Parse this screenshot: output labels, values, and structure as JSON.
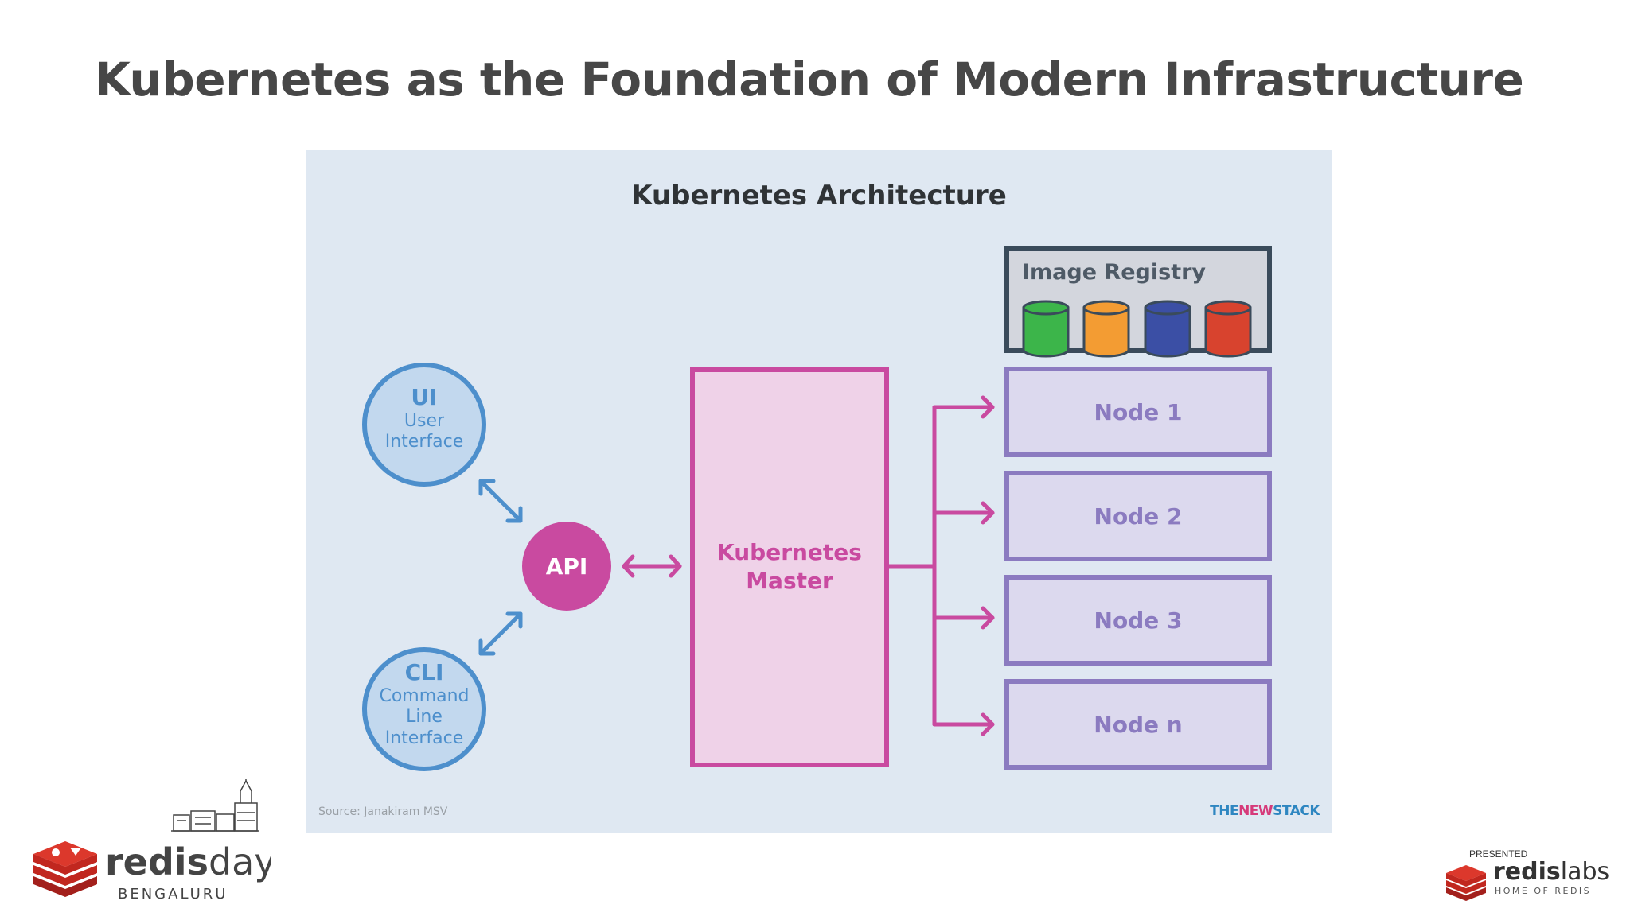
{
  "slide": {
    "title": "Kubernetes as the Foundation of Modern Infrastructure"
  },
  "diagram": {
    "title": "Kubernetes Architecture",
    "image_registry": {
      "label": "Image Registry",
      "cylinder_colors": [
        "#3cb54a",
        "#f39c33",
        "#3b4fa5",
        "#d8432e"
      ]
    },
    "ui_client": {
      "abbr": "UI",
      "lines": [
        "User",
        "Interface"
      ]
    },
    "cli_client": {
      "abbr": "CLI",
      "lines": [
        "Command",
        "Line",
        "Interface"
      ]
    },
    "api": {
      "label": "API"
    },
    "master": {
      "lines": [
        "Kubernetes",
        "Master"
      ]
    },
    "nodes": [
      "Node 1",
      "Node 2",
      "Node 3",
      "Node n"
    ],
    "source": "Source: Janakiram MSV",
    "publisher": {
      "part1": "THE",
      "part2": "NEW",
      "part3": "STACK"
    },
    "colors": {
      "background": "#dfe8f2",
      "client_blue": "#4d8fcc",
      "magenta": "#c94aa0",
      "node_purple": "#8b7bc0"
    }
  },
  "footer": {
    "event_logo": {
      "brand": "redis",
      "brand_suffix": "day",
      "city": "BENGALURU"
    },
    "sponsor_logo": {
      "caption": "PRESENTED",
      "brand": "redis",
      "brand_suffix": "labs",
      "tagline": "HOME OF REDIS"
    }
  }
}
